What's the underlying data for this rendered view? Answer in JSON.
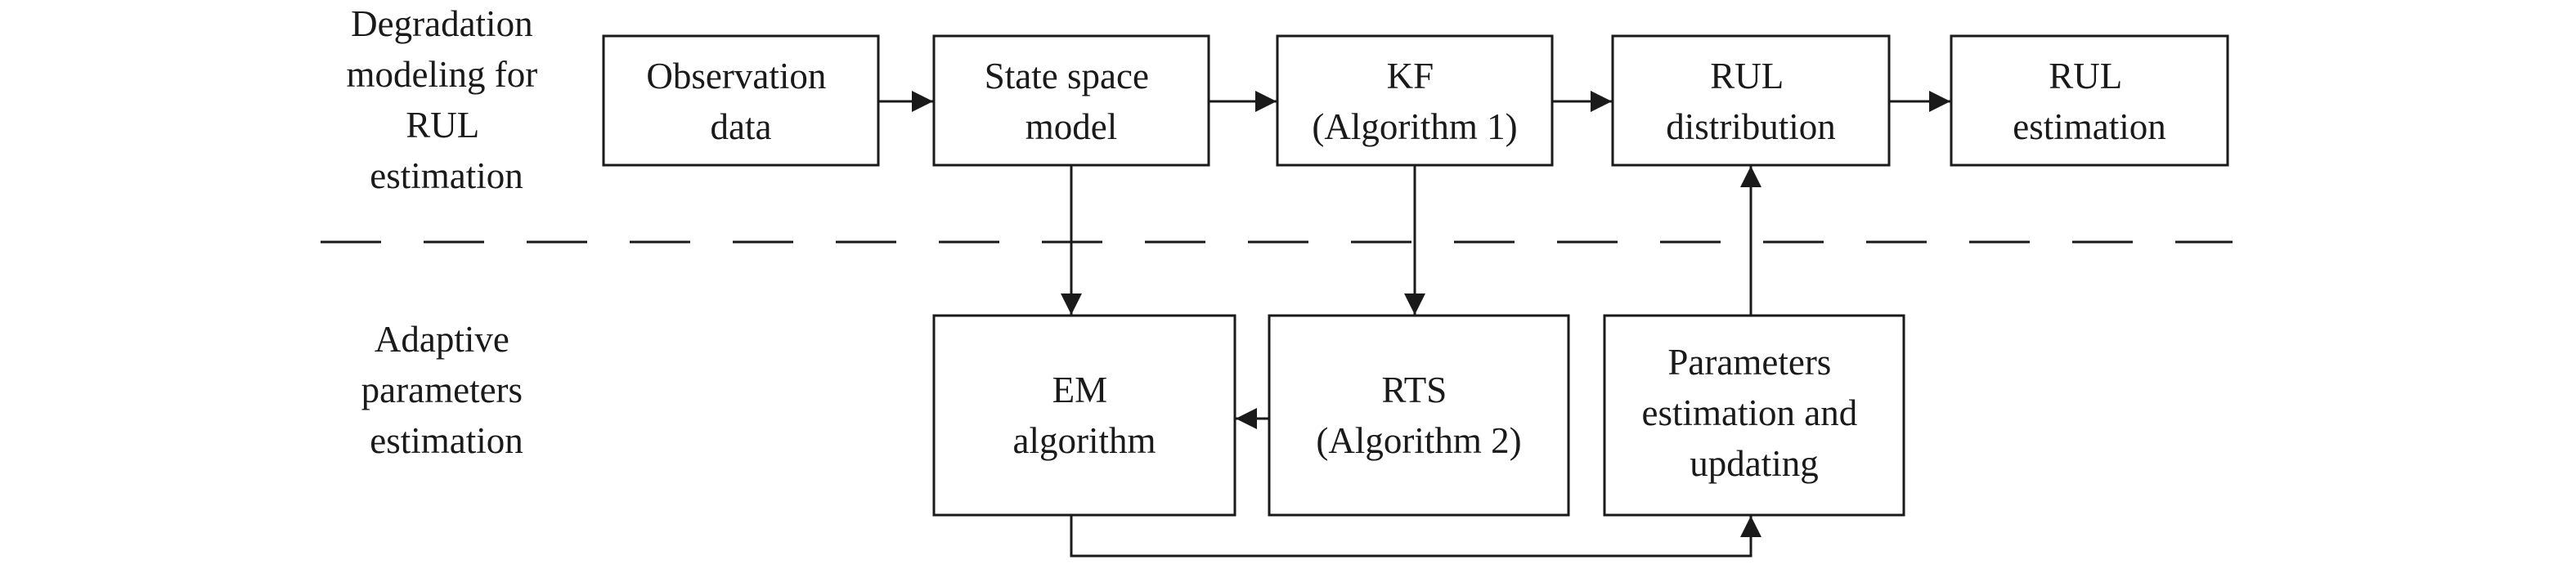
{
  "row_labels": {
    "top": [
      "Degradation",
      "modeling for",
      "RUL",
      "estimation"
    ],
    "bottom": [
      "Adaptive",
      "parameters",
      "estimation"
    ]
  },
  "boxes": {
    "observation": [
      "Observation",
      "data"
    ],
    "state_space": [
      "State space",
      "model"
    ],
    "kf": [
      "KF",
      "(Algorithm 1)"
    ],
    "rul_distribution": [
      "RUL",
      "distribution"
    ],
    "rul_estimation": [
      "RUL",
      "estimation"
    ],
    "em": [
      "EM",
      "algorithm"
    ],
    "rts": [
      "RTS",
      "(Algorithm 2)"
    ],
    "params": [
      "Parameters",
      "estimation and",
      "updating"
    ]
  }
}
